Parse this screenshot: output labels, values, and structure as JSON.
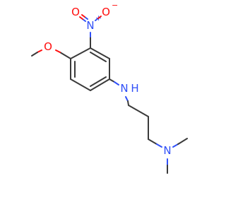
{
  "molecule": {
    "atoms": {
      "nitro_n": "N",
      "nitro_o_left": "O",
      "nitro_o_right": "O",
      "methoxy_o": "O",
      "amine_n": "N",
      "amine_h": "H",
      "dimethyl_n": "N"
    },
    "charges": {
      "nitro_n": "+",
      "nitro_o": "−"
    },
    "colors": {
      "carbon_bond": "#3a3a3a",
      "nitrogen": "#3050f8",
      "oxygen": "#ff0d0d"
    }
  }
}
